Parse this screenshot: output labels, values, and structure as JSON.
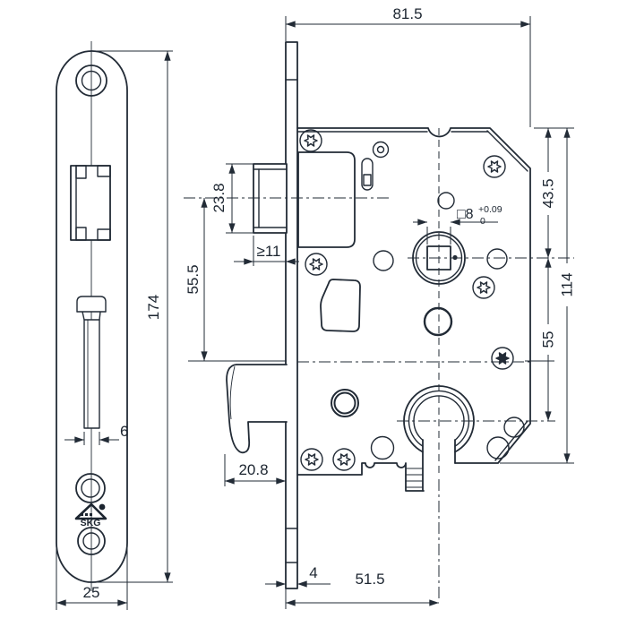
{
  "drawing": {
    "type": "mortise-lock-technical-drawing",
    "colors": {
      "line": "#222b36",
      "background": "#ffffff"
    },
    "dims": {
      "case_depth": "81.5",
      "case_height": "114",
      "top_to_follower": "43.5",
      "follower_to_cylinder": "55",
      "faceplate_length": "174",
      "faceplate_width": "25",
      "faceplate_thickness": "4",
      "backset": "51.5",
      "latch_height": "23.8",
      "latch_min_protrusion": "≥11",
      "latch_to_deadbolt": "55.5",
      "deadbolt_throw": "20.8",
      "deadbolt_thickness": "6",
      "spindle_square": "□8",
      "spindle_tol_upper": "+0.09",
      "spindle_tol_lower": "0",
      "certification": "SKG"
    }
  }
}
